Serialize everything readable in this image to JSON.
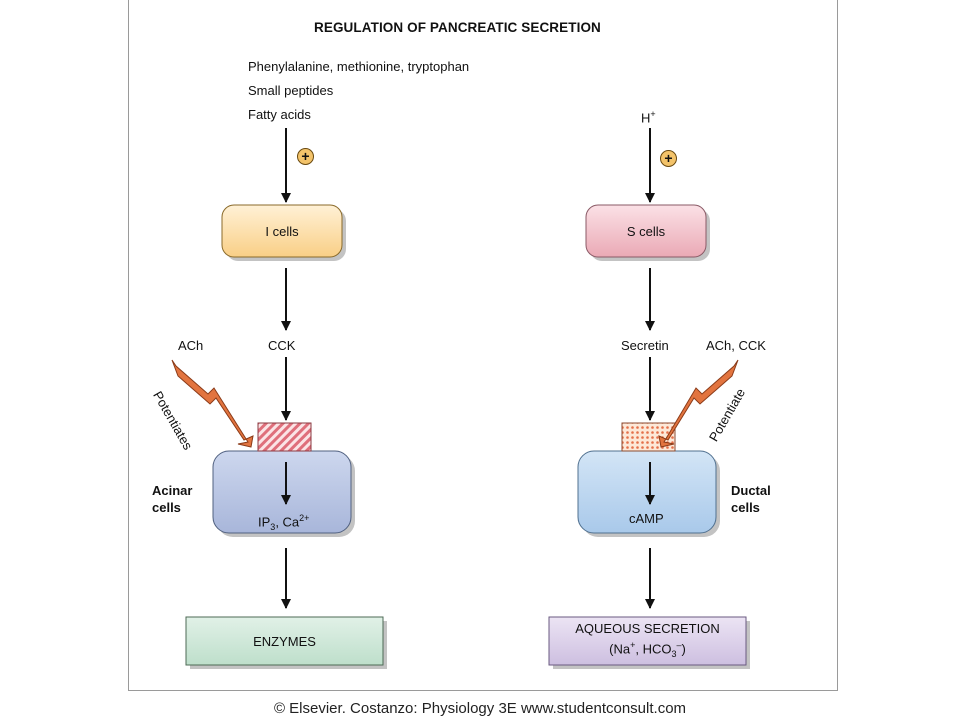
{
  "title": "REGULATION OF PANCREATIC SECRETION",
  "left": {
    "stimuli": [
      "Phenylalanine, methionine, tryptophan",
      "Small peptides",
      "Fatty acids"
    ],
    "plus_sign": "+",
    "source_cells": "I cells",
    "hormone": "CCK",
    "neural": "ACh",
    "modifier": "Potentiates",
    "target_label": "Acinar cells",
    "messenger": "IP3, Ca2+",
    "output": "ENZYMES",
    "colors": {
      "source": "#fde0a8",
      "target": "#b9c6e2",
      "receptor": "#e0737a",
      "output": "#cfe6d8"
    }
  },
  "right": {
    "stimulus": "H+",
    "plus_sign": "+",
    "source_cells": "S cells",
    "hormone": "Secretin",
    "neural": "ACh, CCK",
    "modifier": "Potentiate",
    "target_label": "Ductal cells",
    "messenger": "cAMP",
    "output_line1": "AQUEOUS SECRETION",
    "output_line2": "(Na+, HCO3–)",
    "colors": {
      "source": "#f2c3cd",
      "target": "#bcd6ee",
      "receptor": "#e6805a",
      "output": "#ddd3ea"
    }
  },
  "arrow_color": "#d2552a",
  "footer": "© Elsevier. Costanzo: Physiology 3E www.studentconsult.com"
}
